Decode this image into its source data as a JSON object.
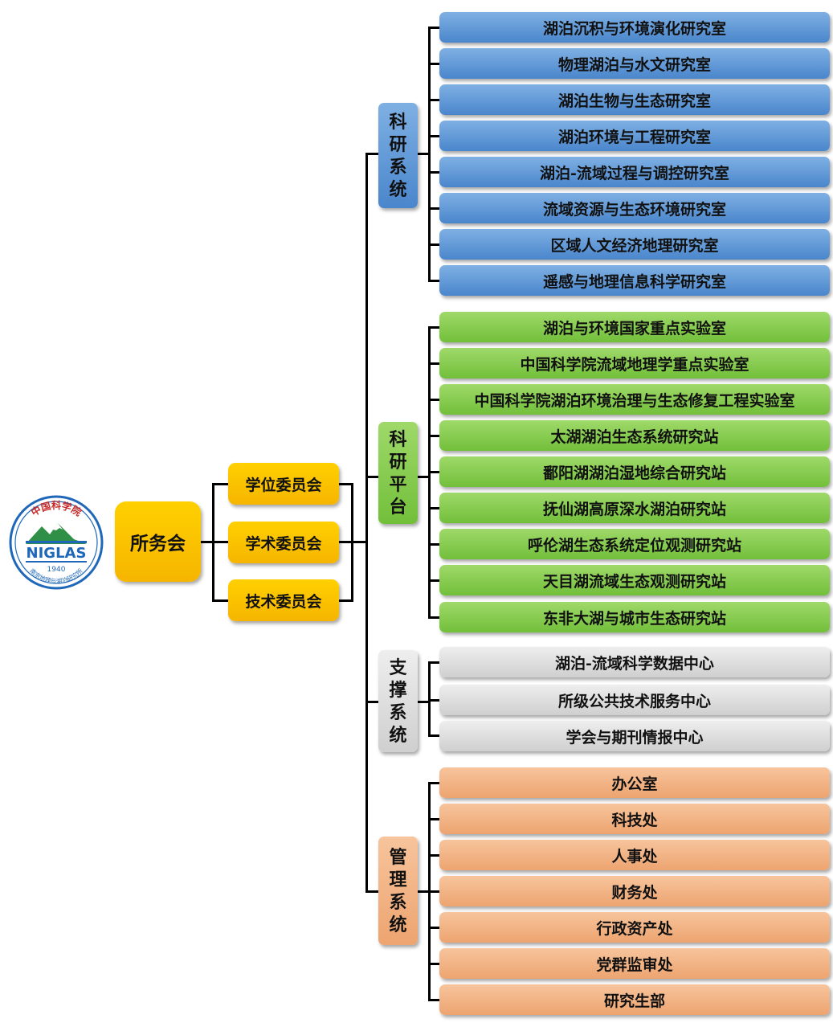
{
  "logo": {
    "top_text": "中国科学院",
    "acronym": "NIGLAS",
    "year": "1940",
    "bottom_text": "南京地理与湖泊研究所"
  },
  "council": {
    "label": "所务会"
  },
  "committees": [
    "学位委员会",
    "学术委员会",
    "技术委员会"
  ],
  "systems": [
    {
      "title": [
        "科",
        "研",
        "系",
        "统"
      ],
      "color": "blue",
      "items": [
        "湖泊沉积与环境演化研究室",
        "物理湖泊与水文研究室",
        "湖泊生物与生态研究室",
        "湖泊环境与工程研究室",
        "湖泊-流域过程与调控研究室",
        "流域资源与生态环境研究室",
        "区域人文经济地理研究室",
        "遥感与地理信息科学研究室"
      ]
    },
    {
      "title": [
        "科",
        "研",
        "平",
        "台"
      ],
      "color": "green",
      "items": [
        "湖泊与环境国家重点实验室",
        "中国科学院流域地理学重点实验室",
        "中国科学院湖泊环境治理与生态修复工程实验室",
        "太湖湖泊生态系统研究站",
        "鄱阳湖湖泊湿地综合研究站",
        "抚仙湖高原深水湖泊研究站",
        "呼伦湖生态系统定位观测研究站",
        "天目湖流域生态观测研究站",
        "东非大湖与城市生态研究站"
      ]
    },
    {
      "title": [
        "支",
        "撑",
        "系",
        "统"
      ],
      "color": "gray",
      "items": [
        "湖泊-流域科学数据中心",
        "所级公共技术服务中心",
        "学会与期刊情报中心"
      ]
    },
    {
      "title": [
        "管",
        "理",
        "系",
        "统"
      ],
      "color": "orange",
      "items": [
        "办公室",
        "科技处",
        "人事处",
        "财务处",
        "行政资产处",
        "党群监审处",
        "研究生部"
      ]
    }
  ]
}
